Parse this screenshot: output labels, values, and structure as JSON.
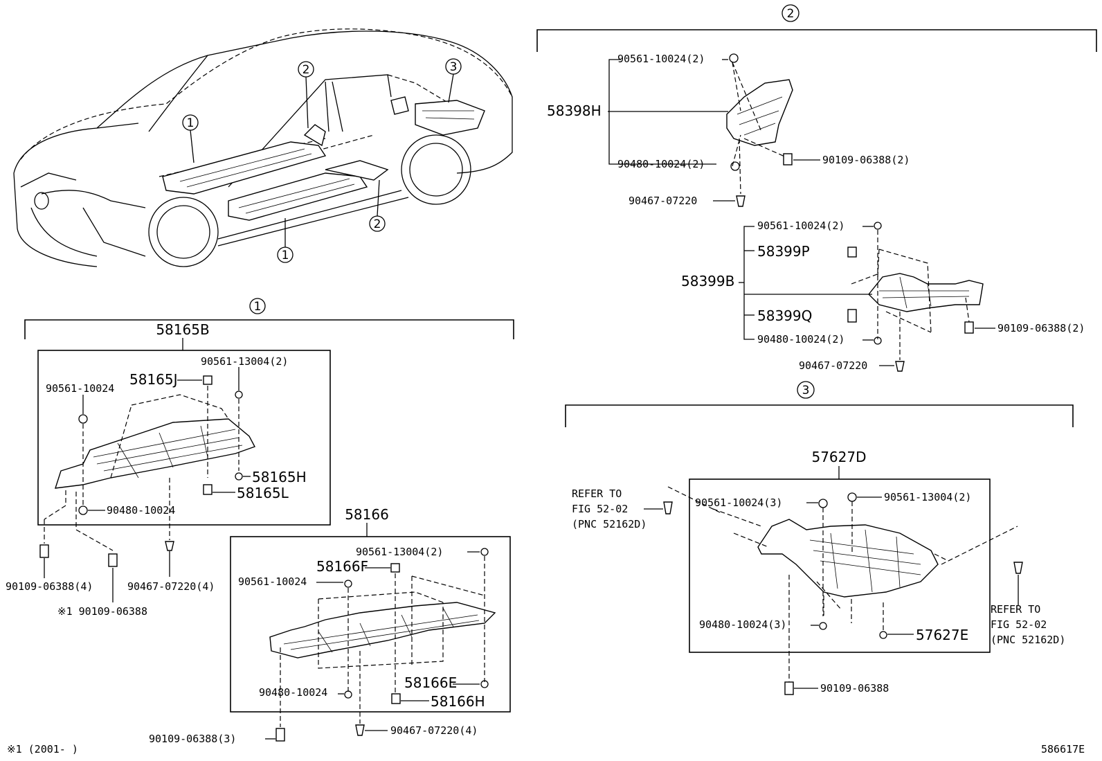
{
  "diagram_code": "586617E",
  "footnote": "※1 (2001-    )",
  "callouts": {
    "one": "1",
    "two": "2",
    "three": "3"
  },
  "section1": {
    "assembly": "58165B",
    "part_58166": "58166",
    "labels": {
      "p1": "90561-10024",
      "p2": "58165J",
      "p3": "90561-13004(2)",
      "p4": "58165H",
      "p5": "58165L",
      "p6": "90480-10024",
      "p7": "90109-06388(4)",
      "p8": "※1 90109-06388",
      "p9": "90467-07220(4)",
      "q1": "90561-13004(2)",
      "q2": "58166F",
      "q3": "90561-10024",
      "q4": "90480-10024",
      "q5": "58166E",
      "q6": "58166H",
      "q7": "90109-06388(3)",
      "q8": "90467-07220(4)"
    }
  },
  "section2": {
    "upper_assembly": "58398H",
    "lower_assembly": "58399B",
    "labels": {
      "a1": "90561-10024(2)",
      "a2": "90480-10024(2)",
      "a3": "90109-06388(2)",
      "a4": "90467-07220",
      "b1": "90561-10024(2)",
      "b2": "58399P",
      "b3": "58399Q",
      "b4": "90480-10024(2)",
      "b5": "90109-06388(2)",
      "b6": "90467-07220"
    }
  },
  "section3": {
    "assembly": "57627D",
    "labels": {
      "c1": "90561-10024(3)",
      "c2": "90561-13004(2)",
      "c3": "90480-10024(3)",
      "c4": "57627E",
      "c5": "90109-06388"
    },
    "refer_left": [
      "REFER TO",
      "FIG 52-02",
      "(PNC 52162D)"
    ],
    "refer_right": [
      "REFER TO",
      "FIG 52-02",
      "(PNC 52162D)"
    ]
  }
}
